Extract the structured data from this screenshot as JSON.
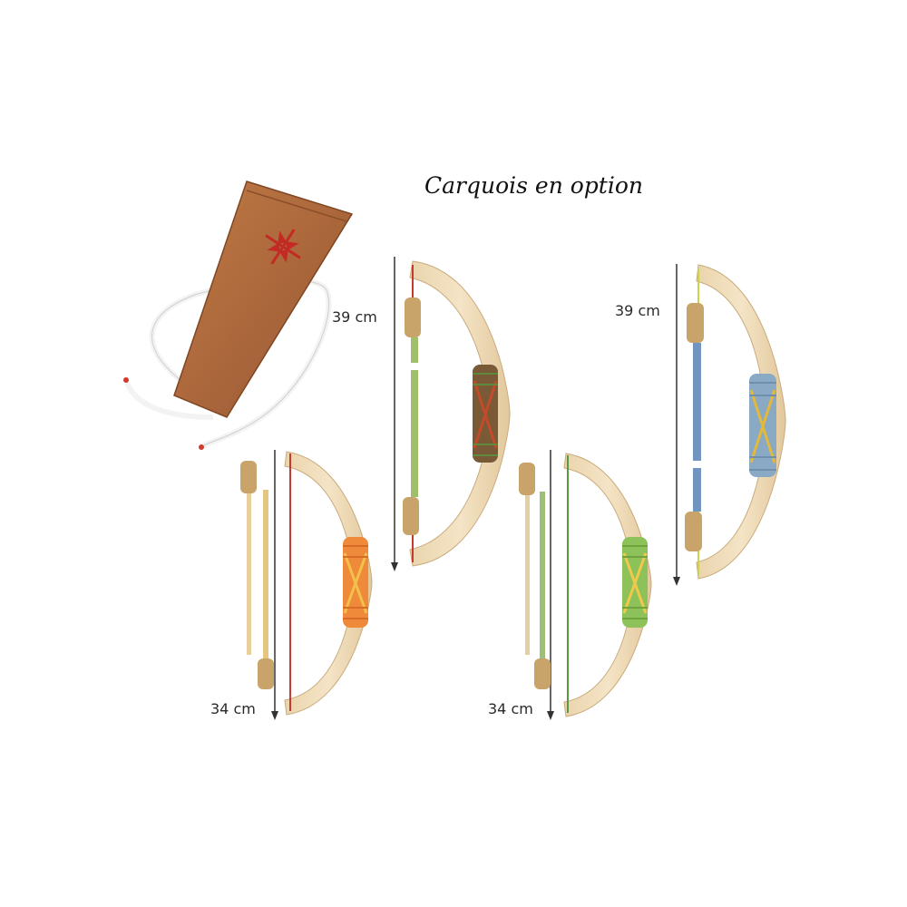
{
  "caption": "Carquois en option",
  "dimensions": {
    "top_left": "39 cm",
    "top_right": "39 cm",
    "bottom_left": "34 cm",
    "bottom_right": "34 cm"
  },
  "objects": [
    {
      "name": "quiver",
      "color": "#b06a3a",
      "cross_color": "#c42a24",
      "strap_color": "#f2f2f2"
    },
    {
      "name": "bow-large-brown-wrap",
      "wrap_color": "#7a5a36",
      "string_color": "#c53a30",
      "arrow_color": "#9fbf6a"
    },
    {
      "name": "bow-large-blue-wrap",
      "wrap_color": "#8aa9c4",
      "string_color": "#c8d44a",
      "arrow_color": "#6f95c0"
    },
    {
      "name": "bow-small-orange-wrap",
      "wrap_color": "#ee8a3a",
      "string_color": "#c53a30",
      "arrow_color": "#e9cf9c"
    },
    {
      "name": "bow-small-green-wrap",
      "wrap_color": "#8dc25a",
      "string_color": "#5a9a3e",
      "arrow_color": "#9fbe78"
    }
  ]
}
